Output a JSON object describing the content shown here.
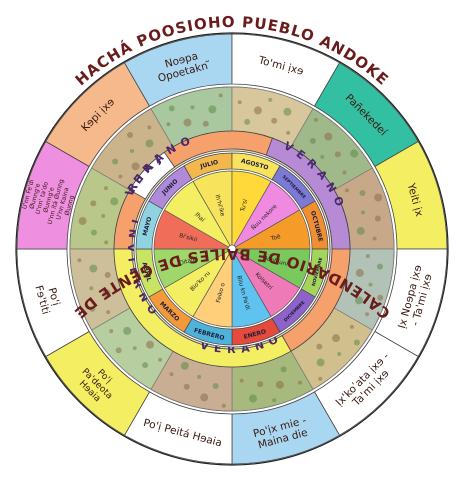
{
  "title_top": "HACHÁ POOSIOHO PUEBLO ANDOKE",
  "title_bottom": "CALENDARIO DE BAILES DE GENTE DE",
  "outer_labels": [
    {
      "lines": [
        "Kɘpi ịxɘ"
      ],
      "color": "#f6b98c"
    },
    {
      "lines": [
        "Noɘpa",
        "Opoetakn ̃"
      ],
      "color": "#a9d7f2"
    },
    {
      "lines": [
        "To'mi ịxɘ"
      ],
      "color": "#ffffff"
    },
    {
      "lines": [
        "Pañekedeí"
      ],
      "color": "#33bfa2"
    },
    {
      "lines": [
        "Yeiti ịx"
      ],
      "color": "#f4ee63"
    },
    {
      "lines": [
        "Ịx Noɘpa ịxɘ",
        "- Ta'mi ịxɘ"
      ],
      "color": "#ffffff"
    },
    {
      "lines": [
        "Ịx'koʹata ịxɘ -",
        "Ta'mi ịxɘ"
      ],
      "color": "#ffffff"
    },
    {
      "lines": [
        "Po'ịx mie -",
        "Maina die"
      ],
      "color": "#a9d7f2"
    },
    {
      "lines": [
        "Po'ị Peitá Hɘaia"
      ],
      "color": "#ffffff"
    },
    {
      "lines": [
        "Po'ị",
        "Pa'deota",
        "Hɘaia"
      ],
      "color": "#f4ee63"
    },
    {
      "lines": [
        "Po'ị",
        "Fɘ'titi"
      ],
      "color": "#ffffff"
    },
    {
      "lines": [
        "U'nn Fe'di",
        "Øunng'e",
        "U'nn' ta'do",
        "Øunng'e",
        "U'nn ítá Øunng",
        "U'nn Kaina",
        "Øunng"
      ],
      "color": "#ee8fe0"
    }
  ],
  "season_words": [
    {
      "text": "VERANO",
      "start": -63,
      "end": -18
    },
    {
      "text": "VERANO",
      "start": 20,
      "end": 78
    },
    {
      "text": "VERANO",
      "start": 148,
      "end": 200
    },
    {
      "text": "INVIERNO",
      "start": 218,
      "end": 296
    },
    {
      "text": "FRIAJE",
      "start": 302,
      "end": 322
    }
  ],
  "months": [
    {
      "name": "JULIO",
      "color": "#f2b84b"
    },
    {
      "name": "AGOSTO",
      "color": "#f7e35c"
    },
    {
      "name": "SEPTIEMBRE",
      "color": "#7d7ad6"
    },
    {
      "name": "OCTUBRE",
      "color": "#f08f32"
    },
    {
      "name": "NOVIEMBRE",
      "color": "#a3d45c"
    },
    {
      "name": "DICIEMBRE",
      "color": "#8d63c9"
    },
    {
      "name": "ENERO",
      "color": "#e64a3c"
    },
    {
      "name": "FEBRERO",
      "color": "#4fb2d8"
    },
    {
      "name": "MARZO",
      "color": "#f29a3a"
    },
    {
      "name": "ABRIL",
      "color": "#c9e364"
    },
    {
      "name": "MAYO",
      "color": "#8fd3e0"
    },
    {
      "name": "JUNIO",
      "color": "#b08ad8"
    }
  ],
  "inner_words": [
    {
      "text": "Ih'hi'ike",
      "color": "#f7e35c"
    },
    {
      "text": "Tu'sí",
      "color": "#ffd93a"
    },
    {
      "text": "Ñuu nekore",
      "color": "#f08ae0"
    },
    {
      "text": "Toê",
      "color": "#f49b2a"
    },
    {
      "text": "Boobíuni",
      "color": "#79c95c"
    },
    {
      "text": "Koisetrí",
      "color": "#ee7ab8"
    },
    {
      "text": "Biiu kn Pa'di",
      "color": "#5fc2ef"
    },
    {
      "text": "Feiko o",
      "color": "#ffcf7a"
    },
    {
      "text": "Bio'ko ru",
      "color": "#f4ee63"
    },
    {
      "text": "Oitaikí",
      "color": "#9fd76a"
    },
    {
      "text": "Bi'sikii",
      "color": "#f06d5a"
    },
    {
      "text": "Ịhaí",
      "color": "#f4ee63"
    }
  ],
  "painting_colors": [
    "#b9c88a",
    "#cbb48c",
    "#a9c8a0",
    "#d8c79c",
    "#9fb98a",
    "#c7a98a",
    "#b2c2b6",
    "#d1c08e",
    "#a8b97d",
    "#c9ae94",
    "#b7cfa0",
    "#cdbf9a"
  ]
}
